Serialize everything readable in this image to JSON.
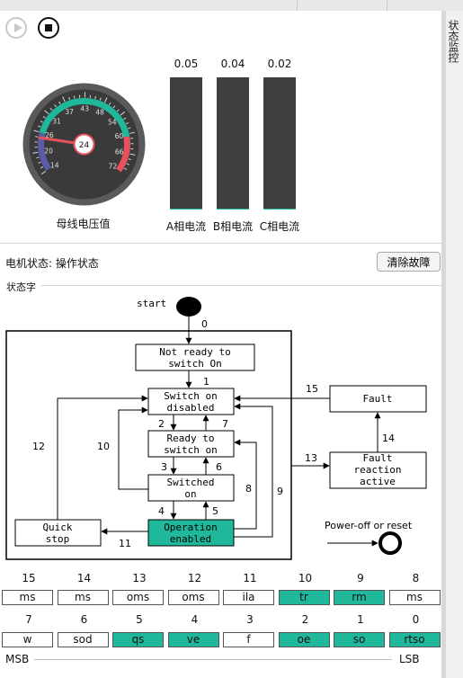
{
  "sidebar": {
    "tab_label": "状态监控"
  },
  "controls": {
    "play": "play-icon",
    "stop": "stop-icon"
  },
  "gauge": {
    "label": "母线电压值",
    "value": "24",
    "ticks": [
      "14",
      "20",
      "26",
      "31",
      "37",
      "43",
      "48",
      "54",
      "60",
      "66",
      "72"
    ],
    "colors": {
      "normal": "#1fb89a",
      "low": "#5b5ba8",
      "high": "#e8505b",
      "needle": "#e8505b"
    }
  },
  "currents": [
    {
      "label": "A相电流",
      "value": "0.05",
      "level": 0.01
    },
    {
      "label": "B相电流",
      "value": "0.04",
      "level": 0.008
    },
    {
      "label": "C相电流",
      "value": "0.02",
      "level": 0.004
    }
  ],
  "motor": {
    "status_label": "电机状态:",
    "status_value": "操作状态",
    "clear_button": "清除故障"
  },
  "statusword": {
    "title": "状态字"
  },
  "fsm": {
    "start": "start",
    "power_off": "Power-off or reset",
    "states": {
      "not_ready": [
        "Not ready to",
        "switch On"
      ],
      "switch_on_disabled": [
        "Switch on",
        "disabled"
      ],
      "ready": [
        "Ready to",
        "switch on"
      ],
      "switched_on": [
        "Switched",
        "on"
      ],
      "operation_enabled": [
        "Operation",
        "enabled"
      ],
      "quick_stop": [
        "Quick",
        "stop"
      ],
      "fault": [
        "Fault"
      ],
      "fault_reaction": [
        "Fault",
        "reaction",
        "active"
      ]
    },
    "active_state": "operation_enabled",
    "transitions": [
      "0",
      "1",
      "2",
      "3",
      "4",
      "5",
      "6",
      "7",
      "8",
      "9",
      "10",
      "11",
      "12",
      "13",
      "14",
      "15"
    ],
    "active_color": "#1fb89a"
  },
  "bits_row1": [
    {
      "num": "15",
      "label": "ms",
      "on": false
    },
    {
      "num": "14",
      "label": "ms",
      "on": false
    },
    {
      "num": "13",
      "label": "oms",
      "on": false
    },
    {
      "num": "12",
      "label": "oms",
      "on": false
    },
    {
      "num": "11",
      "label": "ila",
      "on": false
    },
    {
      "num": "10",
      "label": "tr",
      "on": true
    },
    {
      "num": "9",
      "label": "rm",
      "on": true
    },
    {
      "num": "8",
      "label": "ms",
      "on": false
    }
  ],
  "bits_row2": [
    {
      "num": "7",
      "label": "w",
      "on": false
    },
    {
      "num": "6",
      "label": "sod",
      "on": false
    },
    {
      "num": "5",
      "label": "qs",
      "on": true
    },
    {
      "num": "4",
      "label": "ve",
      "on": true
    },
    {
      "num": "3",
      "label": "f",
      "on": false
    },
    {
      "num": "2",
      "label": "oe",
      "on": true
    },
    {
      "num": "1",
      "label": "so",
      "on": true
    },
    {
      "num": "0",
      "label": "rtso",
      "on": true
    }
  ],
  "bit_scale": {
    "msb": "MSB",
    "lsb": "LSB"
  }
}
